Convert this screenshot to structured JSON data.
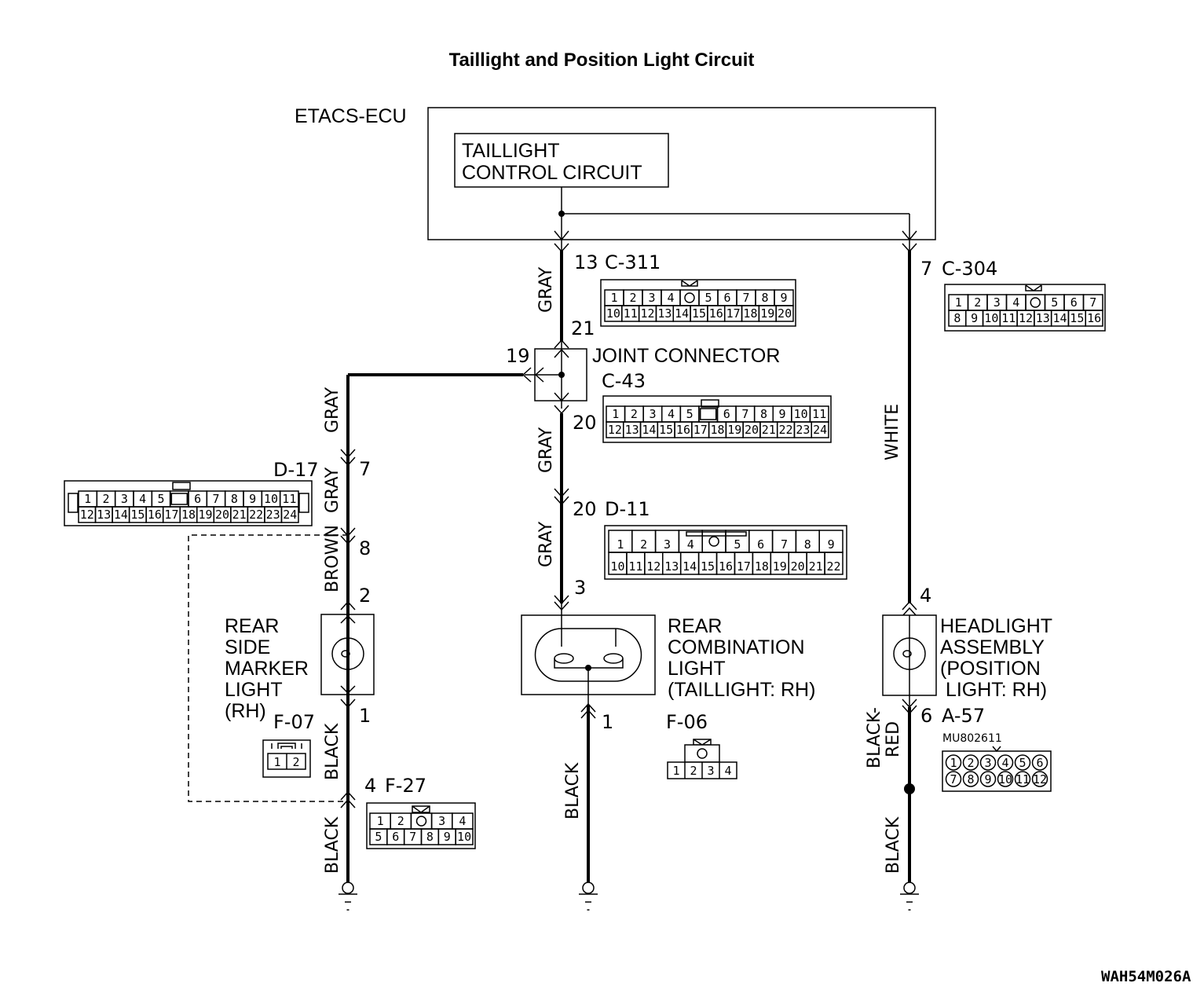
{
  "title": "Taillight and Position Light Circuit",
  "diagram_id": "WAH54M026A",
  "ecu": {
    "name": "ETACS-ECU",
    "inner_block": [
      "TAILLIGHT",
      "CONTROL CIRCUIT"
    ]
  },
  "connectors": {
    "c311": {
      "name": "C-311",
      "pin": "13",
      "rows": [
        [
          "1",
          "2",
          "3",
          "4",
          "○",
          "5",
          "6",
          "7",
          "8",
          "9"
        ],
        [
          "10",
          "11",
          "12",
          "13",
          "14",
          "15",
          "16",
          "17",
          "18",
          "19",
          "20"
        ]
      ]
    },
    "c304": {
      "name": "C-304",
      "pin": "7",
      "rows": [
        [
          "1",
          "2",
          "3",
          "4",
          "○",
          "5",
          "6",
          "7"
        ],
        [
          "8",
          "9",
          "10",
          "11",
          "12",
          "13",
          "14",
          "15",
          "16"
        ]
      ]
    },
    "c43": {
      "name": "C-43",
      "title": "JOINT CONNECTOR",
      "pins": [
        "21",
        "19",
        "20"
      ],
      "rows": [
        [
          "1",
          "2",
          "3",
          "4",
          "5",
          "□",
          "6",
          "7",
          "8",
          "9",
          "10",
          "11"
        ],
        [
          "12",
          "13",
          "14",
          "15",
          "16",
          "17",
          "18",
          "19",
          "20",
          "21",
          "22",
          "23",
          "24"
        ]
      ]
    },
    "d17": {
      "name": "D-17",
      "pin": "7",
      "rows": [
        [
          "1",
          "2",
          "3",
          "4",
          "5",
          "□",
          "6",
          "7",
          "8",
          "9",
          "10",
          "11"
        ],
        [
          "12",
          "13",
          "14",
          "15",
          "16",
          "17",
          "18",
          "19",
          "20",
          "21",
          "22",
          "23",
          "24"
        ]
      ]
    },
    "d11": {
      "name": "D-11",
      "pin": "20",
      "rows": [
        [
          "1",
          "2",
          "3",
          "4",
          "○",
          "5",
          "6",
          "7",
          "8",
          "9"
        ],
        [
          "10",
          "11",
          "12",
          "13",
          "14",
          "15",
          "16",
          "17",
          "18",
          "19",
          "20",
          "21",
          "22"
        ]
      ]
    },
    "f07": {
      "name": "F-07",
      "rows": [
        [
          "1",
          "2"
        ]
      ]
    },
    "f27": {
      "name": "F-27",
      "pin": "4",
      "rows": [
        [
          "1",
          "2",
          "○",
          "3",
          "4"
        ],
        [
          "5",
          "6",
          "7",
          "8",
          "9",
          "10"
        ]
      ]
    },
    "f06": {
      "name": "F-06",
      "rows": [
        [
          "1",
          "2",
          "3",
          "4"
        ]
      ]
    },
    "a57": {
      "name": "A-57",
      "pin": "6",
      "part_no": "MU802611",
      "rows": [
        [
          "1",
          "2",
          "3",
          "4",
          "5",
          "6"
        ],
        [
          "7",
          "8",
          "9",
          "10",
          "11",
          "12"
        ]
      ]
    }
  },
  "components": {
    "side_marker": {
      "label": [
        "REAR",
        "SIDE",
        "MARKER",
        "LIGHT",
        "(RH)"
      ],
      "pin_in": "2",
      "pin_out": "1",
      "pin_brown_top": "8"
    },
    "combination": {
      "label": [
        "REAR",
        "COMBINATION",
        "LIGHT",
        "(TAILLIGHT: RH)"
      ],
      "pin_in": "3",
      "pin_out": "1"
    },
    "headlight": {
      "label": [
        "HEADLIGHT",
        "ASSEMBLY",
        "(POSITION",
        " LIGHT: RH)"
      ],
      "pin_in": "4"
    }
  },
  "wires": {
    "gray_c311": "GRAY",
    "gray_left_top": "GRAY",
    "gray_left_d17": "GRAY",
    "brown": "BROWN",
    "black_left_1": "BLACK",
    "black_left_2": "BLACK",
    "gray_mid_1": "GRAY",
    "gray_mid_2": "GRAY",
    "black_mid": "BLACK",
    "white": "WHITE",
    "black_red": [
      "BLACK-",
      "RED"
    ],
    "black_right": "BLACK"
  }
}
